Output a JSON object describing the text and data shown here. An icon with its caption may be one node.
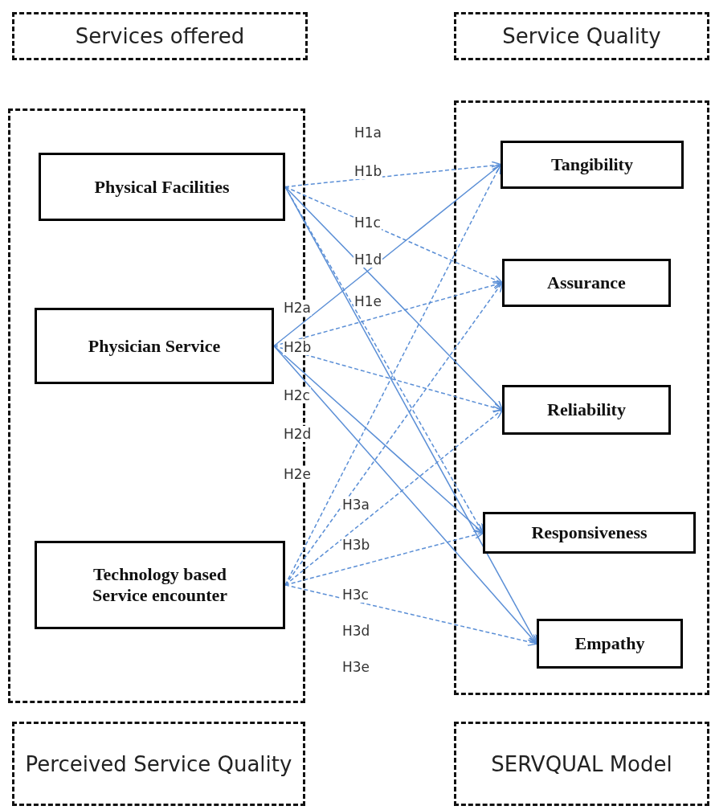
{
  "diagram": {
    "nodes": [
      {
        "text": [
          "Services offered"
        ]
      },
      {
        "text": [
          "Service Quality"
        ]
      },
      {
        "text": [],
        "shape": "box"
      },
      {
        "text": [
          "Physical Facilities"
        ],
        "in": 2
      },
      {
        "text": [
          "Physician Service"
        ],
        "in": 2
      },
      {
        "text": [
          "Technology based Service encounter"
        ],
        "in": 2
      },
      {
        "text": [],
        "shape": "box"
      },
      {
        "text": [
          "Tangibility"
        ],
        "in": 6
      },
      {
        "text": [
          "Assurance"
        ],
        "in": 6
      },
      {
        "text": [
          "Reliability"
        ],
        "in": 6
      },
      {
        "text": [
          "Responsiveness"
        ],
        "in": 6
      },
      {
        "text": [
          "Empathy"
        ],
        "in": 6
      },
      {
        "text": [
          "Perceived Service Quality"
        ]
      },
      {
        "text": [
          "SERVQUAL Model"
        ]
      }
    ],
    "edges": [
      {
        "from": 3,
        "to": 7,
        "arrow": "to",
        "style": "dashed"
      },
      {
        "from": 3,
        "to": 8,
        "arrow": "to",
        "style": "dashed"
      },
      {
        "from": 3,
        "to": 9,
        "arrow": "to"
      },
      {
        "from": 3,
        "to": 10,
        "arrow": "to",
        "style": "dashed"
      },
      {
        "from": 3,
        "to": 11,
        "arrow": "to"
      },
      {
        "from": 4,
        "to": 7,
        "arrow": "to"
      },
      {
        "from": 4,
        "to": 8,
        "arrow": "to",
        "style": "dashed"
      },
      {
        "from": 4,
        "to": 9,
        "arrow": "to",
        "style": "dashed"
      },
      {
        "from": 4,
        "to": 10,
        "arrow": "to"
      },
      {
        "from": 4,
        "to": 11,
        "arrow": "to"
      },
      {
        "from": 5,
        "to": 7,
        "arrow": "to",
        "style": "dashed"
      },
      {
        "from": 5,
        "to": 8,
        "arrow": "to",
        "style": "dashed"
      },
      {
        "from": 5,
        "to": 9,
        "arrow": "to",
        "style": "dashed"
      },
      {
        "from": 5,
        "to": 10,
        "arrow": "to",
        "style": "dashed"
      },
      {
        "from": 5,
        "to": 11,
        "arrow": "to",
        "style": "dashed"
      }
    ],
    "labels": [
      "H1a",
      "H1b",
      "H1c",
      "H1d",
      "H1e",
      "H2a",
      "H2b",
      "H2c",
      "H2d",
      "H2e",
      "H3a",
      "H3b",
      "H3c",
      "H3d",
      "H3e"
    ]
  }
}
